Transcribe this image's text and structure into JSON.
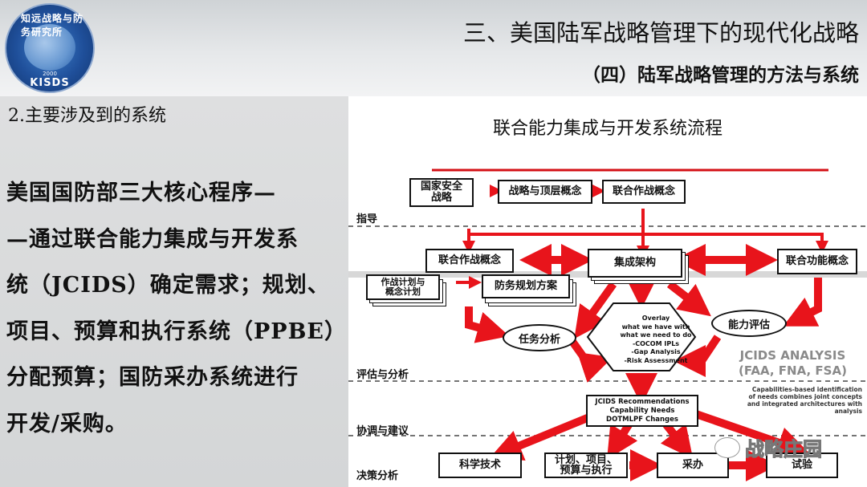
{
  "header": {
    "logo": {
      "ring_text": "知远战略与防务研究所",
      "year": "2000",
      "acronym": "KISDS"
    },
    "title": "三、美国陆军战略管理下的现代化战略",
    "subtitle": "（四）陆军战略管理的方法与系统"
  },
  "left": {
    "section_title": "2.主要涉及到的系统",
    "body_lines": [
      " 美国国防部三大核心程序—",
      "—通过联合能力集成与开发系",
      "统（JCIDS）确定需求；规划、",
      "项目、预算和执行系统（PPBE）",
      "分配预算；国防采办系统进行",
      "开发/采购。"
    ]
  },
  "diagram": {
    "title": "联合能力集成与开发系统流程",
    "stages": {
      "guidance": "指导",
      "assessment": "评估与分析",
      "coordination": "协调与建议",
      "decision": "决策分析"
    },
    "boxes": {
      "national_strategy": "国家安全战略",
      "strategy_concepts": "战略与顶层概念",
      "joint_ops_top": "联合作战概念",
      "joint_ops": "联合作战概念",
      "integrated_arch": "集成架构",
      "joint_function": "联合功能概念",
      "op_plans": "作战计划与概念计划",
      "defense_planning": "防务规划方案",
      "sci_tech": "科学技术",
      "ppbe": "计划、项目、预算与执行",
      "acquisition": "采办",
      "test": "试验"
    },
    "ovals": {
      "mission_analysis": "任务分析",
      "capability_assessment": "能力评估"
    },
    "overlay": [
      "Overlay",
      "what we have with",
      "what we need to do",
      "-COCOM IPLs",
      "-Gap Analysis",
      "-Risk Assessment"
    ],
    "jcids_analysis": [
      "JCIDS ANALYSIS",
      "(FAA, FNA, FSA)"
    ],
    "jcids_note": [
      "Capabilities-based identification",
      "of needs combines joint concepts",
      "and integrated architectures with analysis"
    ],
    "recommendations": [
      "JCIDS Recommendations",
      "Capability Needs",
      "DOTMLPF Changes"
    ],
    "watermark": "战略庄园",
    "colors": {
      "arrow": "#e8141b",
      "red_rule": "#d41016"
    }
  }
}
